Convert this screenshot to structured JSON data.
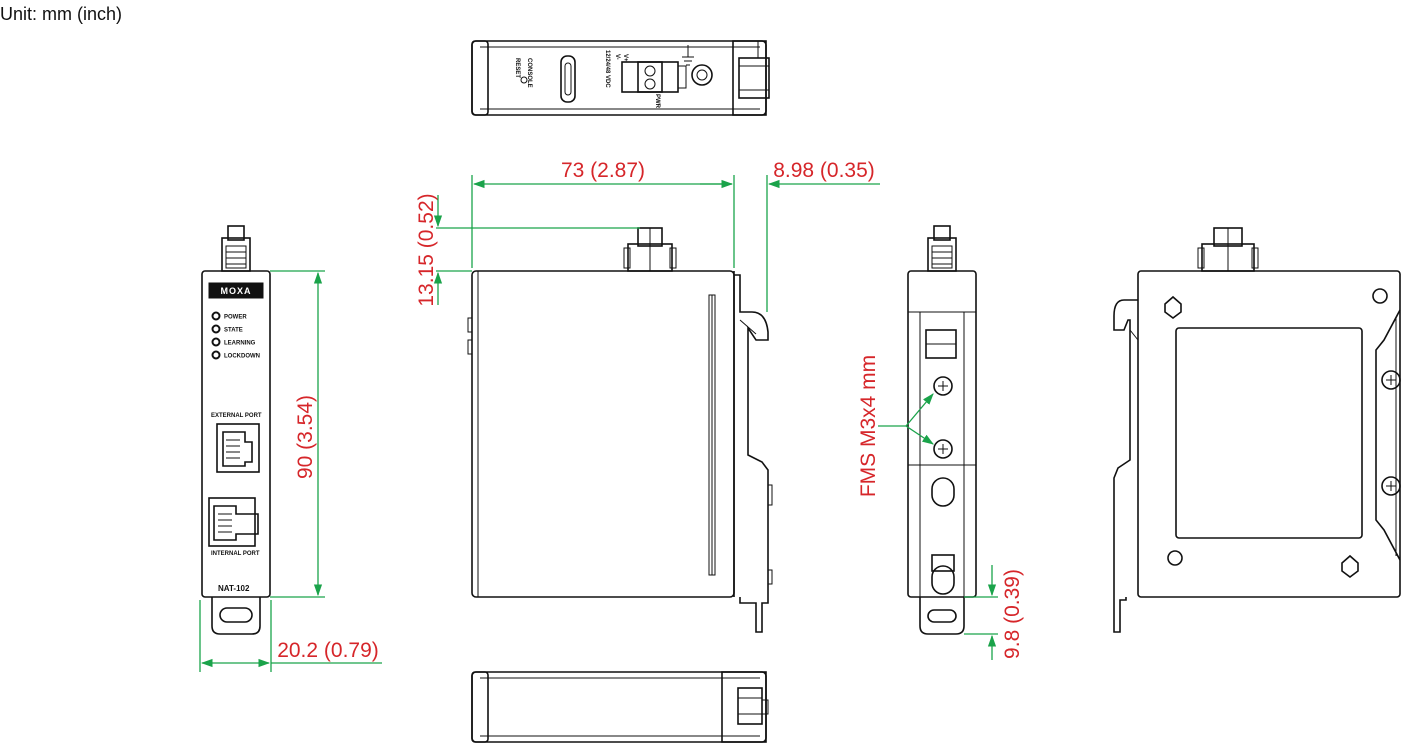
{
  "unit_label": "Unit: mm (inch)",
  "dimensions": {
    "depth": "73 (2.87)",
    "rail_offset": "8.98 (0.35)",
    "connector_height": "13.15 (0.52)",
    "height": "90 (3.54)",
    "width": "20.2 (0.79)",
    "screw_spec": "FMS M3x4 mm",
    "mount_tab": "9.8 (0.39)"
  },
  "front_panel": {
    "brand": "MOXA",
    "leds": [
      "POWER",
      "STATE",
      "LEARNING",
      "LOCKDOWN"
    ],
    "external_port": "EXTERNAL PORT",
    "internal_port": "INTERNAL PORT",
    "model": "NAT-102"
  },
  "top_panel": {
    "console": "CONSOLE",
    "reset": "RESET",
    "voltage": "12/24/48 VDC",
    "pwr": "PWR",
    "vplus": "V+",
    "vminus": "V-"
  },
  "colors": {
    "dimension_line": "#1aa34a",
    "dimension_text": "#d6262a",
    "outline": "#111111"
  }
}
